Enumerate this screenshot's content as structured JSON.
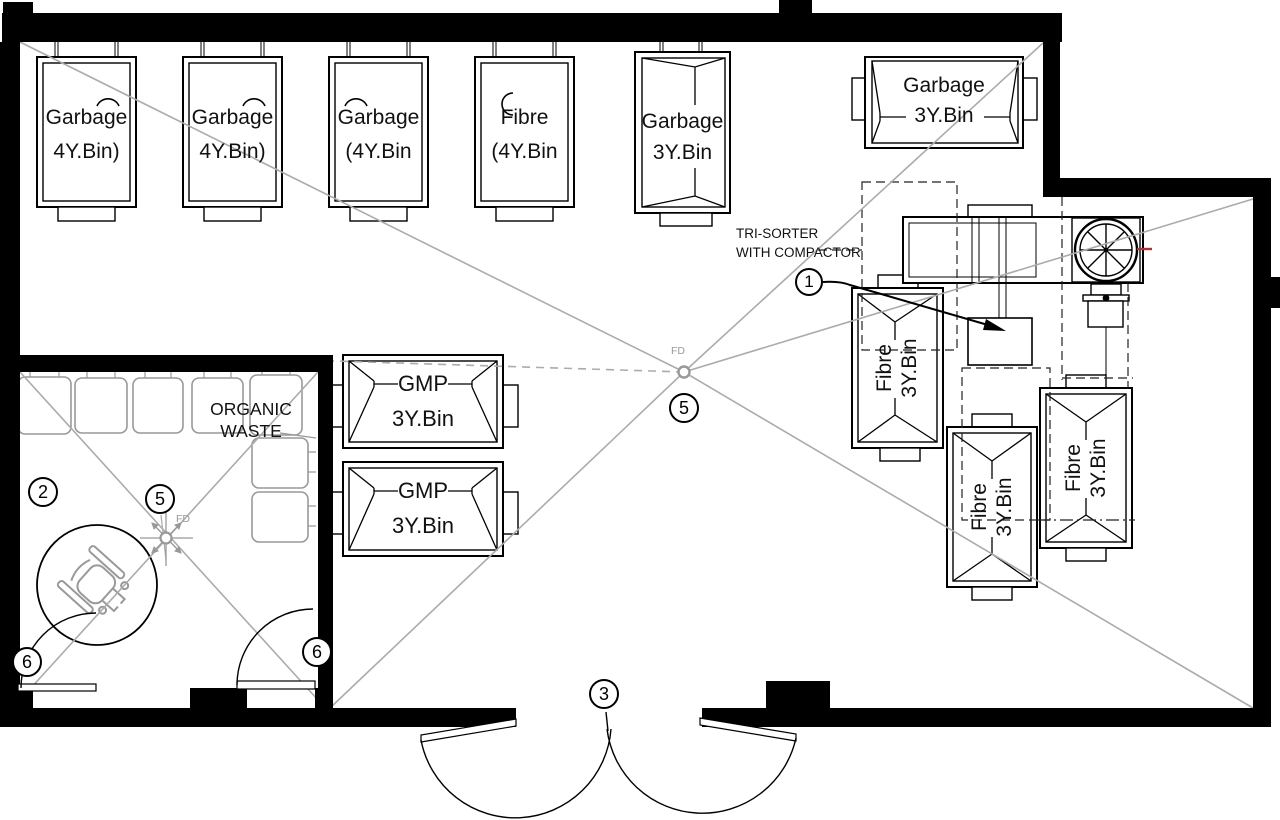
{
  "bins": {
    "top_row": [
      {
        "line1": "Garbage",
        "line2": "4Y.Bin)"
      },
      {
        "line1": "Garbage",
        "line2": "4Y.Bin)"
      },
      {
        "line1": "Garbage",
        "line2": "(4Y.Bin"
      },
      {
        "line1": "Fibre",
        "line2": "(4Y.Bin"
      },
      {
        "line1": "Garbage",
        "line2": "3Y.Bin"
      }
    ],
    "top_right": {
      "line1": "Garbage",
      "line2": "3Y.Bin"
    },
    "gmp": [
      {
        "line1": "GMP",
        "line2": "3Y.Bin"
      },
      {
        "line1": "GMP",
        "line2": "3Y.Bin"
      }
    ],
    "fibre": [
      {
        "line1": "Fibre",
        "line2": "3Y.Bin"
      },
      {
        "line1": "Fibre",
        "line2": "3Y.Bin"
      },
      {
        "line1": "Fibre",
        "line2": "3Y.Bin"
      }
    ]
  },
  "labels": {
    "organic_line1": "ORGANIC",
    "organic_line2": "WASTE",
    "tri_sorter_line1": "TRI-SORTER",
    "tri_sorter_line2": "WITH COMPACTOR",
    "fd_main": "FD",
    "fd_left": "FD"
  },
  "keynotes": {
    "k1": "1",
    "k2": "2",
    "k3": "3",
    "k5_main": "5",
    "k5_left": "5",
    "k6_left": "6",
    "k6_right": "6"
  },
  "colors": {
    "wall": "#000000",
    "slope_line": "#ababab",
    "equipment_gray": "#999999",
    "red_tick": "#b03333"
  }
}
